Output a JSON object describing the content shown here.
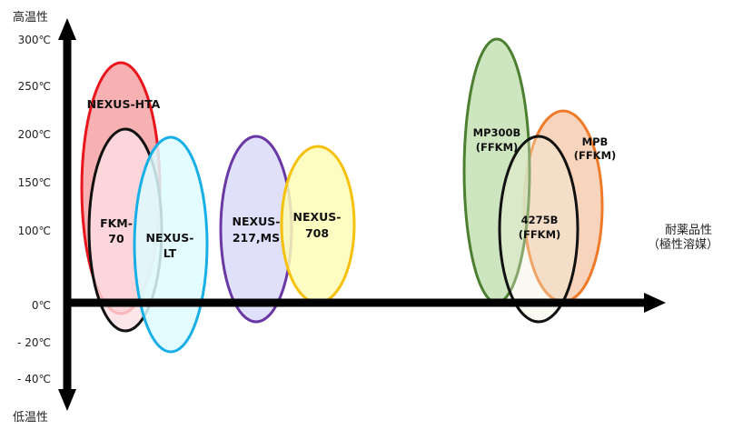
{
  "axes": {
    "y_top_label": "高温性",
    "y_bottom_label": "低温性",
    "x_label_line1": "耐薬品性",
    "x_label_line2": "（極性溶媒）",
    "ticks": [
      "300℃",
      "250℃",
      "200℃",
      "150℃",
      "100℃",
      "0℃",
      "- 20℃",
      "- 40℃"
    ]
  },
  "materials": [
    {
      "name": "NEXUS-HTA",
      "line1": "NEXUS-HTA",
      "line2": "",
      "stroke": "#e8161c",
      "fill": "#f7a3a5"
    },
    {
      "name": "FKM-70",
      "line1": "FKM-",
      "line2": "70",
      "stroke": "#111111",
      "fill": "#fde0e4"
    },
    {
      "name": "NEXUS-LT",
      "line1": "NEXUS-",
      "line2": "LT",
      "stroke": "#18aee6",
      "fill": "#ddfcff"
    },
    {
      "name": "NEXUS-217,MS",
      "line1": "NEXUS-",
      "line2": "217,MS",
      "stroke": "#6a38a4",
      "fill": "#dcdafa"
    },
    {
      "name": "NEXUS-708",
      "line1": "NEXUS-",
      "line2": "708",
      "stroke": "#f5c10d",
      "fill": "#fdfcb6"
    },
    {
      "name": "MP300B (FFKM)",
      "line1": "MP300B",
      "line2": "(FFKM)",
      "stroke": "#4d7f31",
      "fill": "#c6e2b4"
    },
    {
      "name": "MPB (FFKM)",
      "line1": "MPB",
      "line2": "(FFKM)",
      "stroke": "#ef7b2a",
      "fill": "#f7cdb1"
    },
    {
      "name": "4275B (FFKM)",
      "line1": "4275B",
      "line2": "(FFKM)",
      "stroke": "#111111",
      "fill": "#f1f1dc"
    }
  ]
}
